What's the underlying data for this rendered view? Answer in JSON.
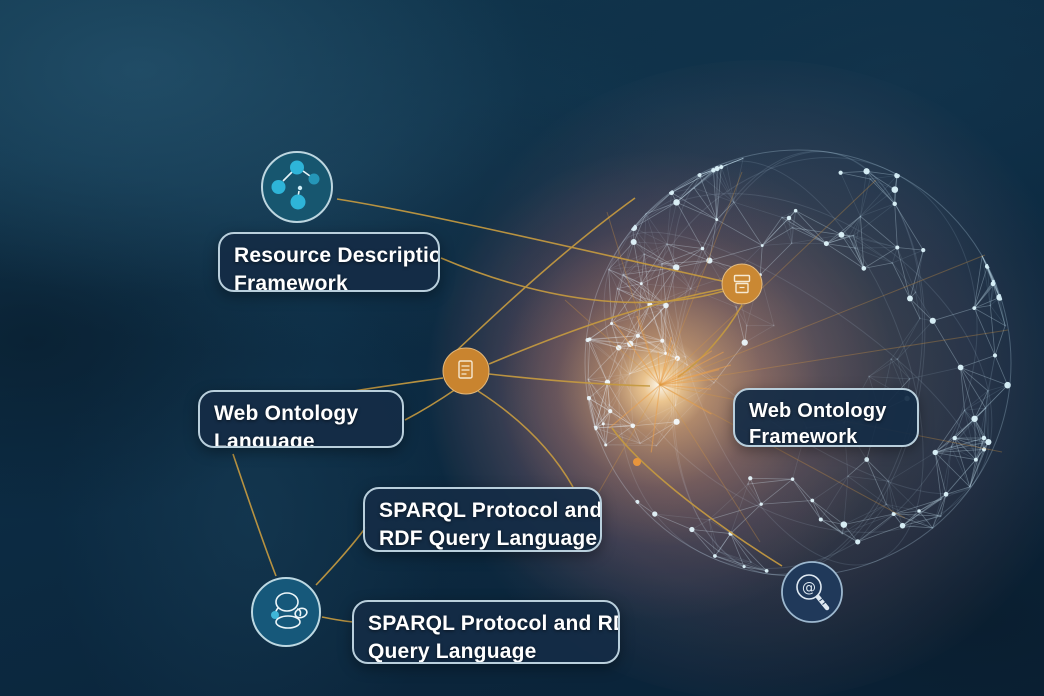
{
  "diagram": {
    "title_present": false,
    "boxes": {
      "rdf": {
        "line1": "Resource Description",
        "line2": "Framework"
      },
      "owl": {
        "line1": "Web Ontology",
        "line2": "Language"
      },
      "owf": {
        "line1": "Web Ontology",
        "line2": "Framework"
      },
      "sparql1": {
        "line1": "SPARQL Protocol and",
        "line2": "RDF Query Language"
      },
      "sparql2": {
        "line1": "SPARQL Protocol and RD",
        "line2": "Query Language"
      }
    },
    "icons": [
      {
        "name": "rdf-graph-icon",
        "meaning": "linked data graph of nodes"
      },
      {
        "name": "document-icon",
        "meaning": "document node (orange hub)"
      },
      {
        "name": "archive-box-icon",
        "meaning": "data store node inside network sphere"
      },
      {
        "name": "cluster-icon",
        "meaning": "connected cluster of shapes"
      },
      {
        "name": "search-at-icon",
        "meaning": "magnifying glass with @ symbol"
      }
    ],
    "colors": {
      "background": "#0b2940",
      "box_fill": "#142c46",
      "box_border": "#b9cfdc",
      "box_text": "#ffffff",
      "connector_gold": "#c59a40",
      "node_orange": "#c9842f",
      "icon_teal": "#17587a",
      "icon_navy": "#20395a",
      "cyan_dot": "#3fb6d8",
      "sphere_line": "#aed2e4",
      "sphere_dot": "#d8f3fb",
      "glow_orange": "#f59d3d"
    }
  }
}
